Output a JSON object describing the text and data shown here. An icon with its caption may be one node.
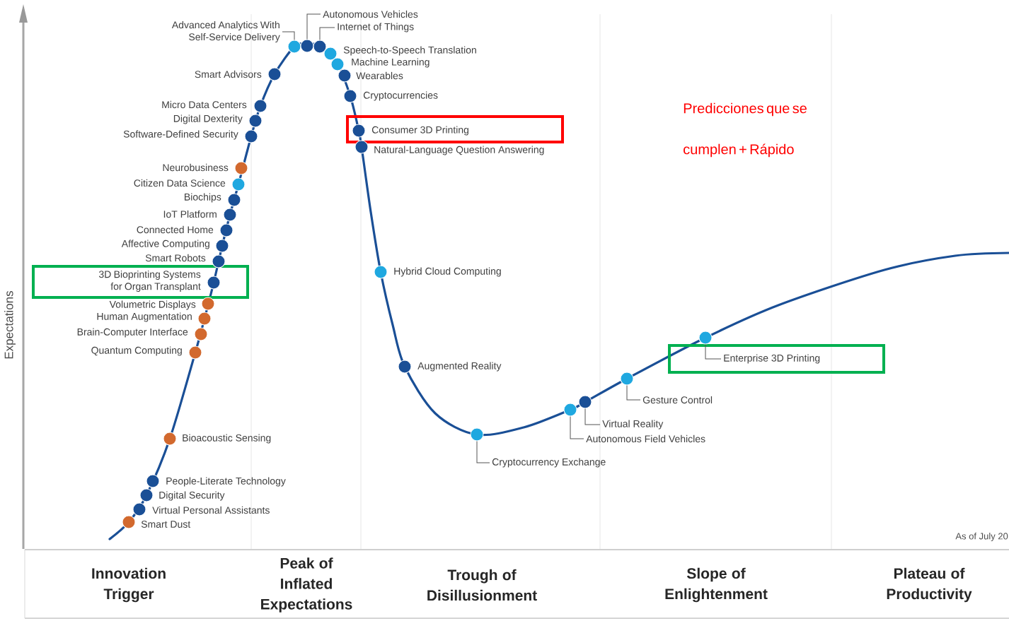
{
  "diagram": {
    "nodes": [
      {
        "text": [
          "Advanced Analytics With Self-Service Delivery"
        ]
      },
      {
        "text": [],
        "shape": "circle"
      },
      {
        "text": [
          "Autonomous Vehicles"
        ]
      },
      {
        "text": [],
        "shape": "circle"
      },
      {
        "text": [
          "Internet of Things"
        ]
      },
      {
        "text": [],
        "shape": "circle"
      },
      {
        "text": [
          "Cryptocurrency Exchange"
        ]
      },
      {
        "text": [],
        "shape": "circle"
      },
      {
        "text": [
          "Autonomous Field Vehicles"
        ]
      },
      {
        "text": [],
        "shape": "circle"
      },
      {
        "text": [
          "Virtual Reality"
        ]
      },
      {
        "text": [],
        "shape": "circle"
      },
      {
        "text": [
          "Gesture Control"
        ]
      },
      {
        "text": [],
        "shape": "circle"
      },
      {
        "text": [
          "Enterprise 3D Printing"
        ]
      },
      {
        "text": [],
        "shape": "circle"
      },
      {
        "text": [],
        "shape": "circle"
      },
      {
        "text": [],
        "shape": "circle"
      },
      {
        "text": [],
        "shape": "circle"
      },
      {
        "text": [],
        "shape": "circle"
      },
      {
        "text": [],
        "shape": "circle"
      },
      {
        "text": [],
        "shape": "circle"
      },
      {
        "text": [],
        "shape": "circle"
      },
      {
        "text": [],
        "shape": "circle"
      },
      {
        "text": [],
        "shape": "circle"
      },
      {
        "text": [],
        "shape": "circle"
      },
      {
        "text": [],
        "shape": "circle"
      },
      {
        "text": [],
        "shape": "circle"
      },
      {
        "text": [],
        "shape": "circle"
      },
      {
        "text": [],
        "shape": "circle"
      },
      {
        "text": [],
        "shape": "circle"
      },
      {
        "text": [],
        "shape": "circle"
      },
      {
        "text": [],
        "shape": "circle"
      },
      {
        "text": [],
        "shape": "circle"
      },
      {
        "text": [],
        "shape": "circle"
      },
      {
        "text": [],
        "shape": "circle"
      },
      {
        "text": [],
        "shape": "circle"
      },
      {
        "text": [],
        "shape": "circle"
      },
      {
        "text": [],
        "shape": "circle"
      },
      {
        "text": [],
        "shape": "circle"
      },
      {
        "text": [],
        "shape": "circle"
      },
      {
        "text": [],
        "shape": "circle"
      },
      {
        "text": [],
        "shape": "circle"
      },
      {
        "text": [],
        "shape": "circle"
      },
      {
        "text": [],
        "shape": "circle"
      }
    ],
    "edges": [
      {
        "from": 0,
        "to": 1,
        "arrow": "none"
      },
      {
        "from": 2,
        "to": 3,
        "arrow": "none"
      },
      {
        "from": 4,
        "to": 5,
        "arrow": "none"
      },
      {
        "from": 6,
        "to": 7,
        "arrow": "none"
      },
      {
        "from": 8,
        "to": 9,
        "arrow": "none"
      },
      {
        "from": 10,
        "to": 11,
        "arrow": "none"
      },
      {
        "from": 12,
        "to": 13,
        "arrow": "none"
      },
      {
        "from": 14,
        "to": 15,
        "arrow": "none"
      }
    ],
    "labels": [
      "Smart Advisors",
      "Micro Data Centers",
      "Digital Dexterity",
      "Software-Defined Security",
      "Neurobusiness",
      "Citizen Data Science",
      "Biochips",
      "IoT Platform",
      "Connected Home",
      "Affective Computing",
      "Smart Robots",
      "3D Bioprinting Systems for Organ Transplant",
      "Volumetric Displays",
      "Human Augmentation",
      "Brain-Computer Interface",
      "Quantum Computing",
      "Bioacoustic Sensing",
      "People-Literate Technology",
      "Digital Security",
      "Virtual Personal Assistants",
      "Smart Dust",
      "Speech-to-Speech Translation",
      "Machine Learning",
      "Wearables",
      "Cryptocurrencies",
      "Consumer 3D Printing",
      "Natural-Language Question Answering",
      "Hybrid Cloud Computing",
      "Augmented Reality",
      "Predicciones que se cumplen + Rápido",
      "Expectations",
      "As of July 20",
      "Innovation Trigger",
      "Peak of Inflated Expectations",
      "Trough of Disillusionment",
      "Slope of Enlightenment",
      "Plateau of Productivity"
    ]
  }
}
